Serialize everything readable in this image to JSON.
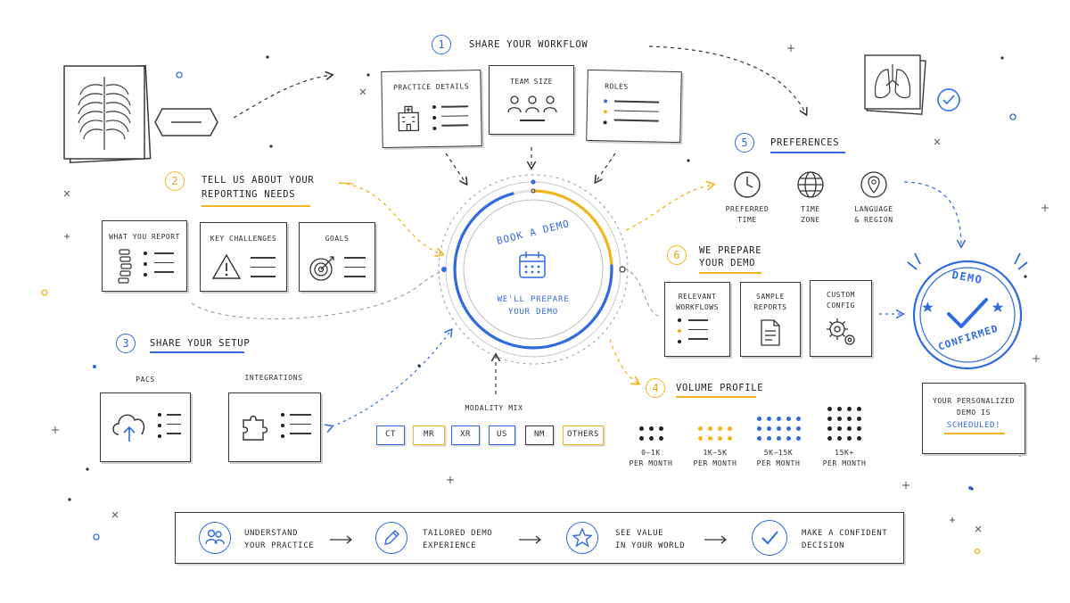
{
  "colors": {
    "blue": "#2f6be0",
    "yellow": "#f3b51d",
    "ink": "#2b2b2b"
  },
  "step1": {
    "number": "1",
    "title": "SHARE YOUR WORKFLOW",
    "cards": [
      {
        "label": "PRACTICE DETAILS",
        "icon": "hospital-icon"
      },
      {
        "label": "TEAM SIZE",
        "icon": "people-icon"
      },
      {
        "label": "ROLES",
        "icon": "roles-list-icon"
      }
    ]
  },
  "step2": {
    "number": "2",
    "title_line1": "TELL US ABOUT YOUR",
    "title_line2": "REPORTING NEEDS",
    "cards": [
      {
        "label": "WHAT YOU REPORT",
        "icon": "spine-icon"
      },
      {
        "label": "KEY CHALLENGES",
        "icon": "warning-icon"
      },
      {
        "label": "GOALS",
        "icon": "target-icon"
      }
    ]
  },
  "step3": {
    "number": "3",
    "title": "SHARE YOUR SETUP",
    "cards": [
      {
        "label": "PACS",
        "icon": "cloud-upload-icon"
      },
      {
        "label": "INTEGRATIONS",
        "icon": "puzzle-icon"
      }
    ]
  },
  "center": {
    "title": "BOOK A DEMO",
    "subtitle_line1": "WE'LL PREPARE",
    "subtitle_line2": "YOUR DEMO",
    "progress": 0.72
  },
  "modality": {
    "title": "MODALITY MIX",
    "chips": [
      {
        "label": "CT",
        "tone": "blue"
      },
      {
        "label": "MR",
        "tone": "yellow"
      },
      {
        "label": "XR",
        "tone": "blue"
      },
      {
        "label": "US",
        "tone": "blue"
      },
      {
        "label": "NM",
        "tone": "black"
      },
      {
        "label": "OTHERS",
        "tone": "yellow"
      }
    ]
  },
  "step4": {
    "number": "4",
    "title": "VOLUME PROFILE",
    "tiers": [
      {
        "line1": "0–1K",
        "line2": "PER MONTH",
        "dots": 6,
        "cols": 3,
        "color": "#222222"
      },
      {
        "line1": "1K–5K",
        "line2": "PER MONTH",
        "dots": 8,
        "cols": 4,
        "color": "#f3b51d"
      },
      {
        "line1": "5K–15K",
        "line2": "PER MONTH",
        "dots": 15,
        "cols": 5,
        "color": "#2f6be0"
      },
      {
        "line1": "15K+",
        "line2": "PER MONTH",
        "dots": 16,
        "cols": 4,
        "color": "#222222"
      }
    ]
  },
  "step5": {
    "number": "5",
    "title": "PREFERENCES",
    "items": [
      {
        "line1": "PREFERRED",
        "line2": "TIME",
        "icon": "clock-icon"
      },
      {
        "line1": "TIME",
        "line2": "ZONE",
        "icon": "globe-icon"
      },
      {
        "line1": "LANGUAGE",
        "line2": "& REGION",
        "icon": "location-pin-icon"
      }
    ]
  },
  "step6": {
    "number": "6",
    "title_line1": "WE PREPARE",
    "title_line2": "YOUR DEMO",
    "cards": [
      {
        "line1": "RELEVANT",
        "line2": "WORKFLOWS",
        "icon": "list-icon"
      },
      {
        "line1": "SAMPLE",
        "line2": "REPORTS",
        "icon": "document-icon"
      },
      {
        "line1": "CUSTOM",
        "line2": "CONFIG",
        "icon": "gears-icon"
      }
    ]
  },
  "stamp": {
    "top": "DEMO",
    "bottom": "CONFIRMED"
  },
  "note": {
    "line1": "YOUR PERSONALIZED",
    "line2": "DEMO IS",
    "line3": "SCHEDULED!"
  },
  "bottom_bar": [
    {
      "line1": "UNDERSTAND",
      "line2": "YOUR PRACTICE",
      "icon": "people-icon"
    },
    {
      "line1": "TAILORED DEMO",
      "line2": "EXPERIENCE",
      "icon": "pencil-icon"
    },
    {
      "line1": "SEE VALUE",
      "line2": "IN YOUR WORLD",
      "icon": "star-icon"
    },
    {
      "line1": "MAKE A CONFIDENT",
      "line2": "DECISION",
      "icon": "check-icon"
    }
  ]
}
